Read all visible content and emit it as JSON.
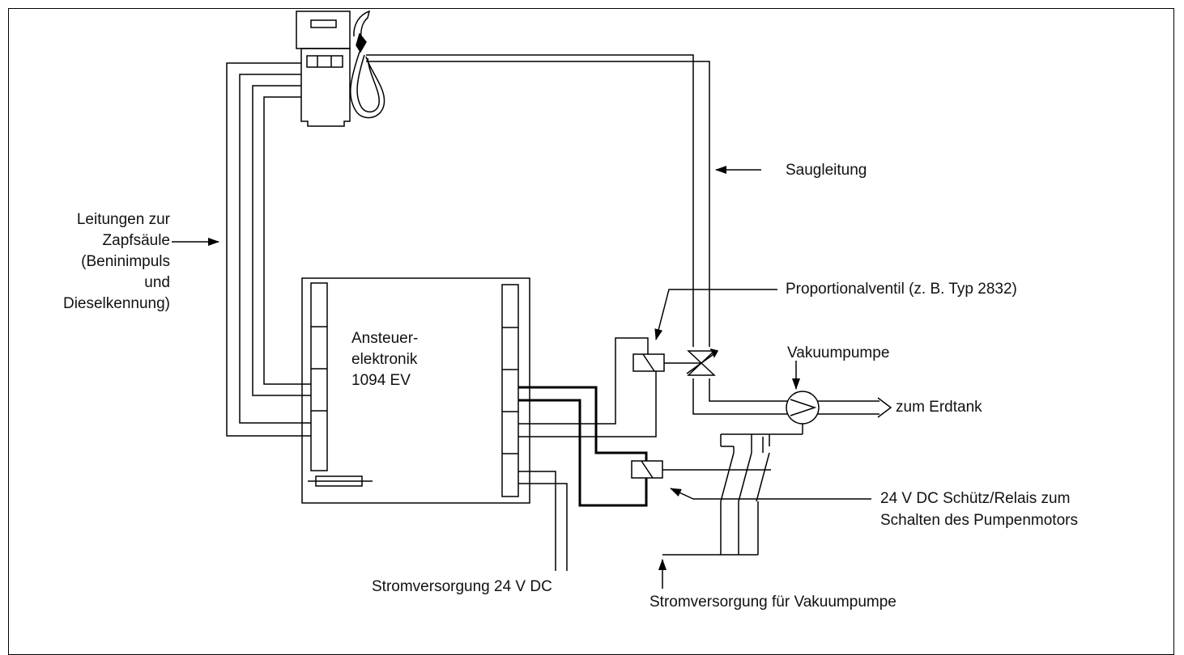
{
  "labels": {
    "leitungen": [
      "Leitungen zur",
      "Zapfsäule",
      "(Beninimpuls",
      "und",
      "Dieselkennung)"
    ],
    "saugleitung": "Saugleitung",
    "proportionalventil": "Proportionalventil (z. B. Typ 2832)",
    "vakuumpumpe": "Vakuumpumpe",
    "erdtank": "zum Erdtank",
    "ansteuer": [
      "Ansteuer-",
      "elektronik",
      "1094 EV"
    ],
    "relais": [
      "24 V DC Schütz/Relais zum",
      "Schalten des Pumpenmotors"
    ],
    "strom24": "Stromversorgung 24 V DC",
    "stromPumpe": "Stromversorgung für Vakuumpumpe"
  }
}
